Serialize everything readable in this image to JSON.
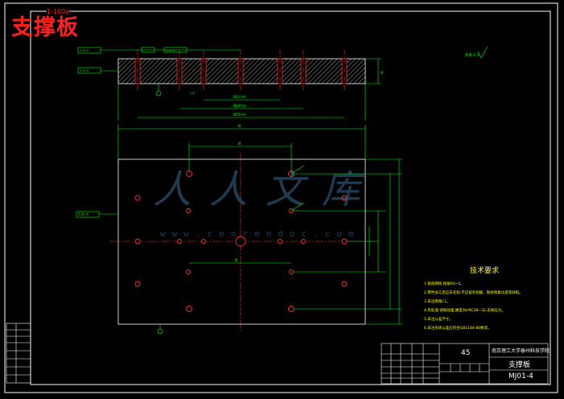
{
  "drawing": {
    "title": "支撑板",
    "title_tag": "1-100x",
    "roughness_note": "其余 6.3",
    "watermark_text": "人人文库",
    "watermark_url": "www.renrendoc.com"
  },
  "tech_requirements": {
    "title": "技术要求",
    "items": [
      "1.锐角倒钝,锐角R0~5。",
      "2.零件加工后应去毛刺,不应留有划痕、裂纹和氧化皮等缺陷。",
      "3.未注倒角C1。",
      "4.热处理:调质处理,硬度为HRC28~32,去除应力。",
      "5.未注公差尺寸。",
      "6.未注形状公差应符合GB1184-80要求。"
    ]
  },
  "title_block": {
    "material": "45",
    "school": "南京理工大学泰州科技学院",
    "part_name": "支撑板",
    "drawing_no": "MJ01-4"
  }
}
